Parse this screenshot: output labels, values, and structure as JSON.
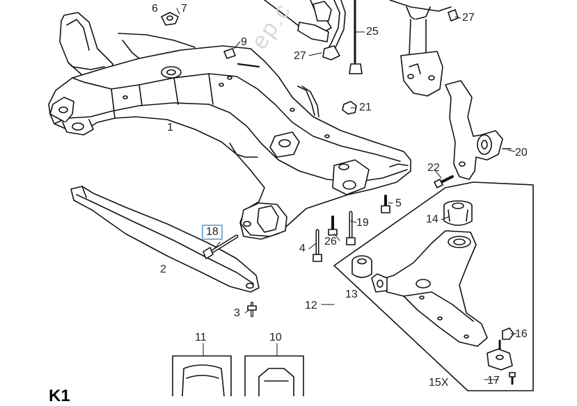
{
  "diagram": {
    "watermark": "ep.c",
    "section_code": "K1",
    "labels": {
      "p1": "1",
      "p2": "2",
      "p3": "3",
      "p4": "4",
      "p5": "5",
      "p6": "6",
      "p7": "7",
      "p9": "9",
      "p10": "10",
      "p11": "11",
      "p12": "12",
      "p13": "13",
      "p14": "14",
      "p15x": "15X",
      "p16": "16",
      "p17": "17",
      "p18": "18",
      "p19": "19",
      "p20": "20",
      "p21": "21",
      "p22": "22",
      "p25": "25",
      "p26": "26",
      "p27a": "27",
      "p27b": "27"
    },
    "highlighted_part": "18"
  }
}
